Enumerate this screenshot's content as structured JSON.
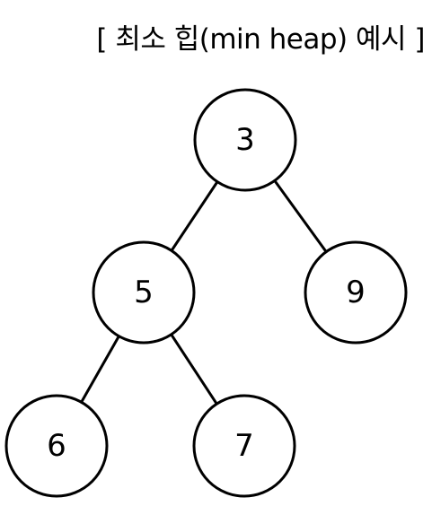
{
  "title": "[ 최소 힙(min heap) 예시 ]",
  "colors": {
    "background": "#ffffff",
    "stroke": "#000000",
    "text": "#000000"
  },
  "tree": {
    "nodes": [
      {
        "id": "n3",
        "label": "3"
      },
      {
        "id": "n5",
        "label": "5"
      },
      {
        "id": "n9",
        "label": "9"
      },
      {
        "id": "n6",
        "label": "6"
      },
      {
        "id": "n7",
        "label": "7"
      }
    ],
    "edges": [
      {
        "from": "n3",
        "to": "n5"
      },
      {
        "from": "n3",
        "to": "n9"
      },
      {
        "from": "n5",
        "to": "n6"
      },
      {
        "from": "n5",
        "to": "n7"
      }
    ]
  }
}
